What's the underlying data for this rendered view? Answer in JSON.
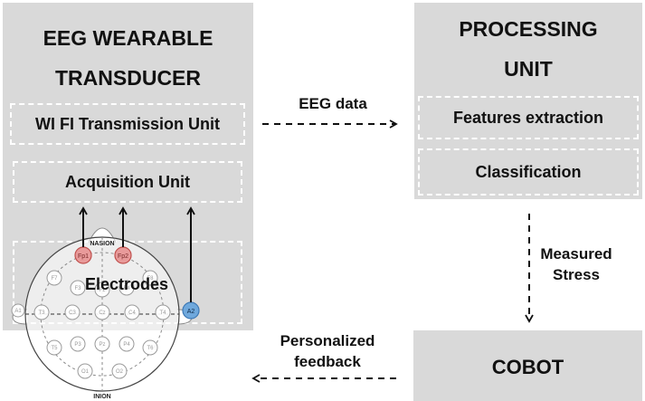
{
  "eeg_block": {
    "title_line1": "EEG WEARABLE",
    "title_line2": "TRANSDUCER",
    "wifi_unit": "WI FI Transmission Unit",
    "acquisition_unit": "Acquisition Unit",
    "electrodes": "Electrodes"
  },
  "processing_block": {
    "title_line1": "PROCESSING",
    "title_line2": "UNIT",
    "features": "Features extraction",
    "classification": "Classification"
  },
  "cobot_block": {
    "title": "COBOT"
  },
  "arrows": {
    "eeg_data": "EEG data",
    "measured_line1": "Measured",
    "measured_line2": "Stress",
    "feedback_line1": "Personalized",
    "feedback_line2": "feedback"
  },
  "head": {
    "nasion": "NASION",
    "inion": "INION",
    "highlighted": [
      {
        "label": "Fp1",
        "color": "#e89a9a"
      },
      {
        "label": "Fp2",
        "color": "#e89a9a"
      },
      {
        "label": "A2",
        "color": "#6fa8dc"
      }
    ],
    "other_electrodes": [
      "F7",
      "F3",
      "Fz",
      "F4",
      "F8",
      "A1",
      "T3",
      "C3",
      "Cz",
      "C4",
      "T4",
      "T5",
      "P3",
      "Pz",
      "P4",
      "T6",
      "O1",
      "O2"
    ]
  }
}
